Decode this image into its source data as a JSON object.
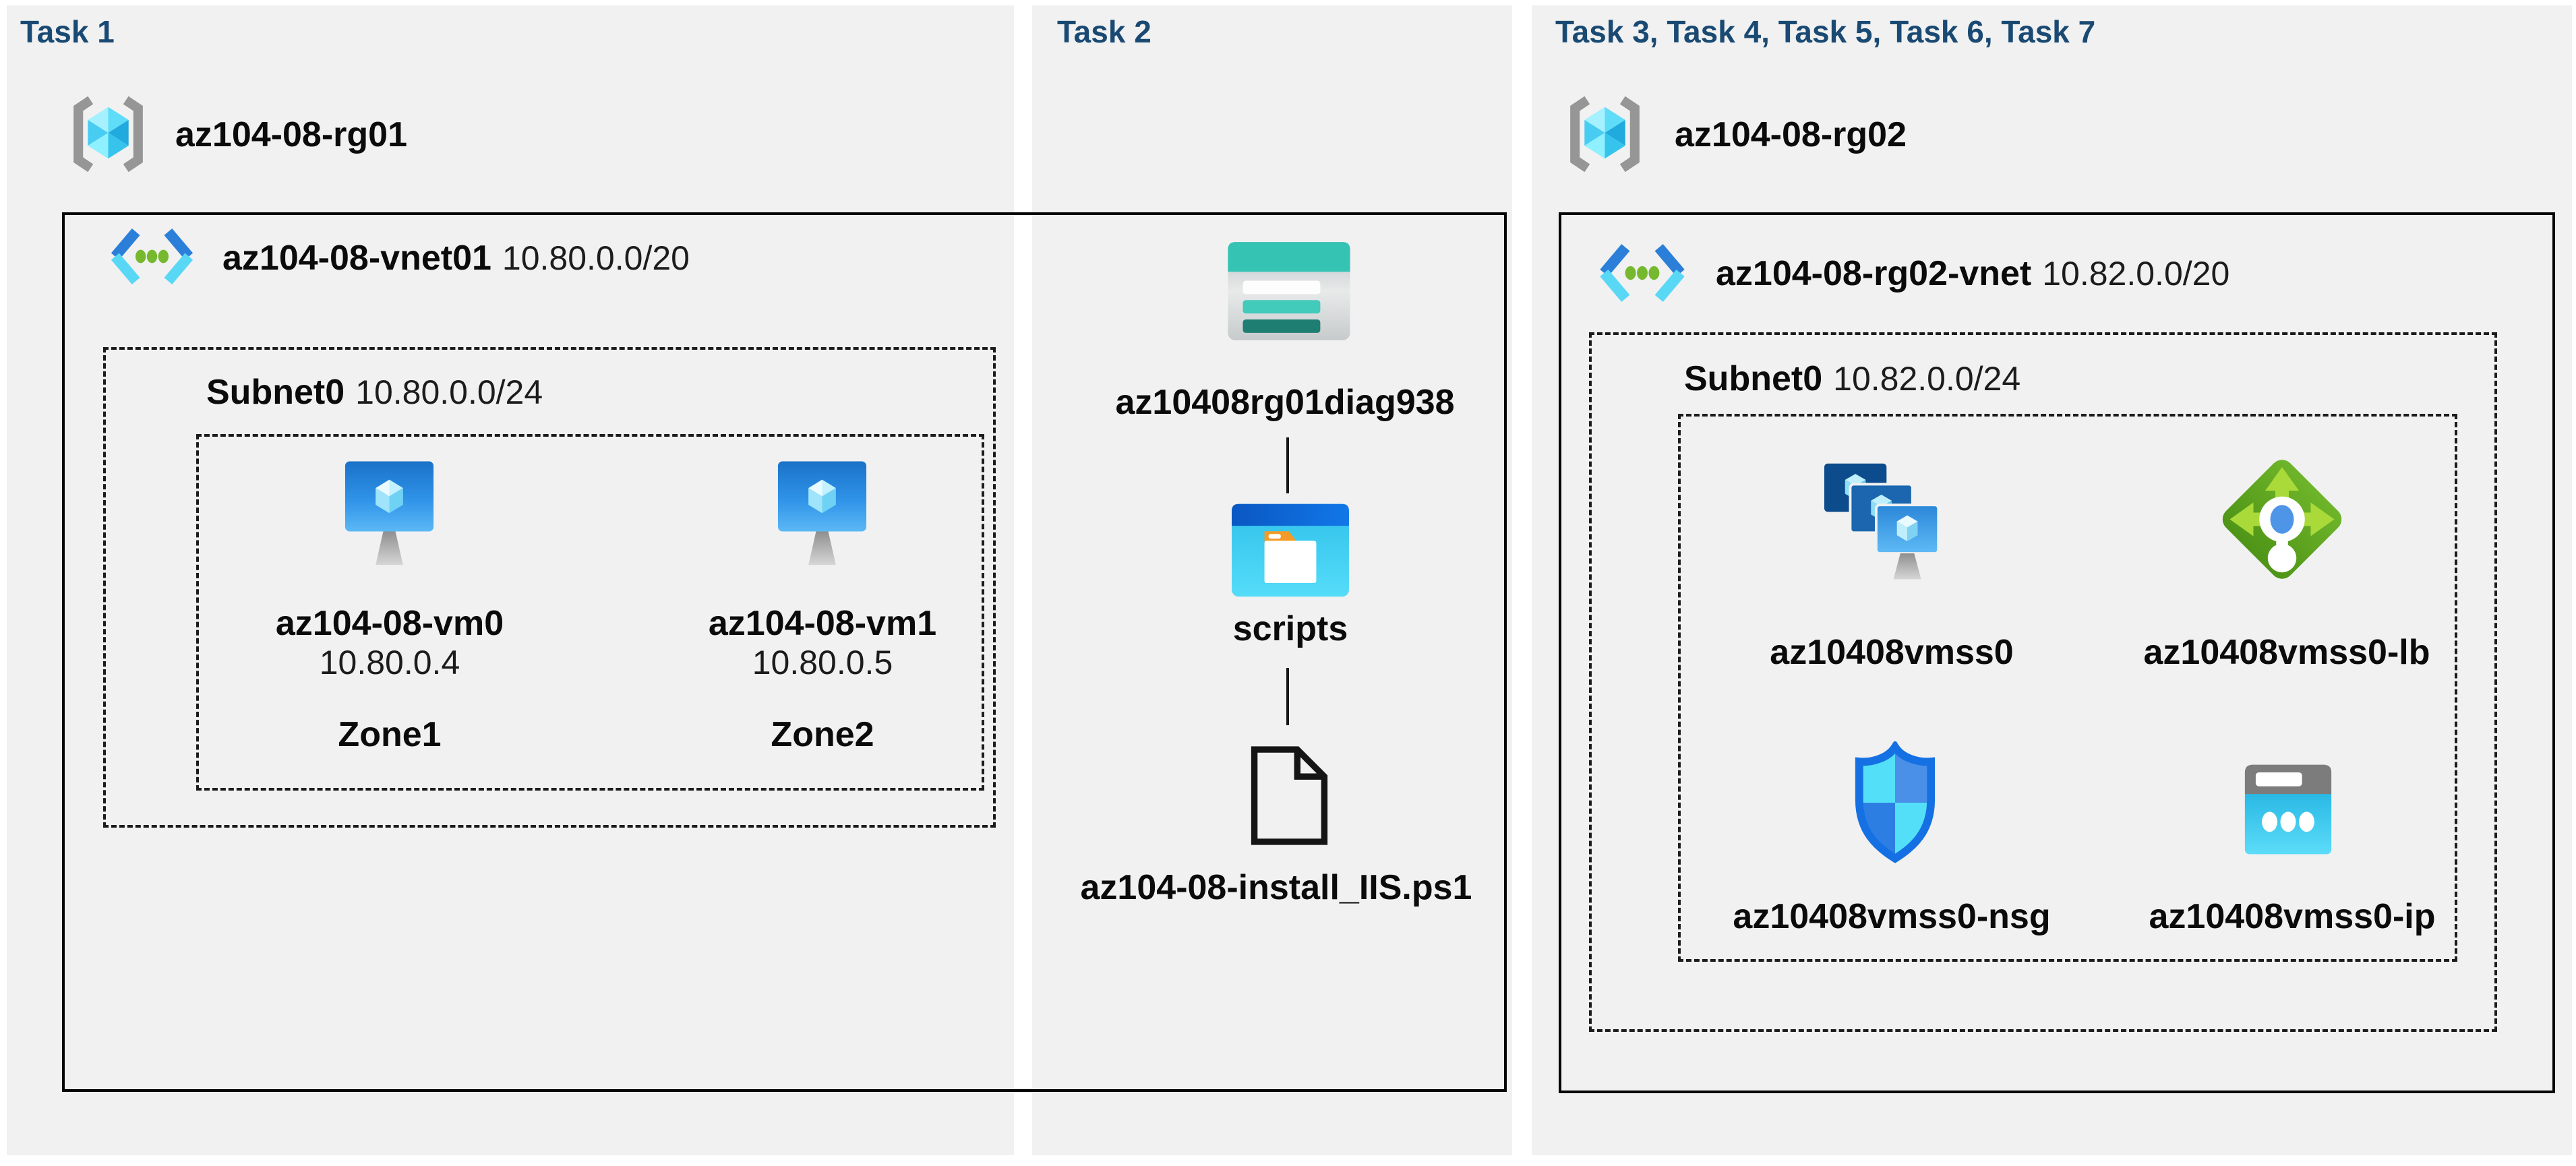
{
  "palette": {
    "page_bg": "#ffffff",
    "panel_bg": "#f1f1f1",
    "title_color": "#1a4a73",
    "text_color": "#0b0b0b",
    "line_color": "#161616",
    "storage_teal": "#35c3b3",
    "storage_teal_dark": "#1f7e72",
    "vnet_blue": "#2b7fd9",
    "vnet_cyan": "#59d8f6",
    "vnet_dot_green": "#76b82e",
    "lb_green": "#5aa31f",
    "lb_arrow_green": "#a9da3a",
    "folder_orange": "#f39b26",
    "nsg_outline_blue": "#1571e3",
    "bracket_grey": "#969696"
  },
  "icons": {
    "resource_group": "resource-group-icon",
    "virtual_network": "virtual-network-icon",
    "virtual_machine": "virtual-machine-icon",
    "storage_account": "storage-account-icon",
    "blob_container": "blob-container-icon",
    "script_file": "file-icon",
    "vm_scale_set": "vmss-icon",
    "load_balancer": "load-balancer-icon",
    "network_security_group": "nsg-icon",
    "public_ip": "public-ip-icon"
  },
  "task1": {
    "title": "Task 1",
    "resource_group": "az104-08-rg01",
    "vnet": {
      "name": "az104-08-vnet01",
      "cidr": "10.80.0.0/20"
    },
    "subnet": {
      "name": "Subnet0",
      "cidr": "10.80.0.0/24"
    },
    "vms": [
      {
        "name": "az104-08-vm0",
        "ip": "10.80.0.4",
        "zone": "Zone1"
      },
      {
        "name": "az104-08-vm1",
        "ip": "10.80.0.5",
        "zone": "Zone2"
      }
    ]
  },
  "task2": {
    "title": "Task 2",
    "storage_account": "az10408rg01diag938",
    "blob_container": "scripts",
    "script_file": "az104-08-install_IIS.ps1"
  },
  "task3": {
    "title": "Task 3, Task 4, Task 5, Task 6, Task 7",
    "resource_group": "az104-08-rg02",
    "vnet": {
      "name": "az104-08-rg02-vnet",
      "cidr": "10.82.0.0/20"
    },
    "subnet": {
      "name": "Subnet0",
      "cidr": "10.82.0.0/24"
    },
    "resources": [
      {
        "name": "az10408vmss0"
      },
      {
        "name": "az10408vmss0-lb"
      },
      {
        "name": "az10408vmss0-nsg"
      },
      {
        "name": "az10408vmss0-ip"
      }
    ]
  }
}
